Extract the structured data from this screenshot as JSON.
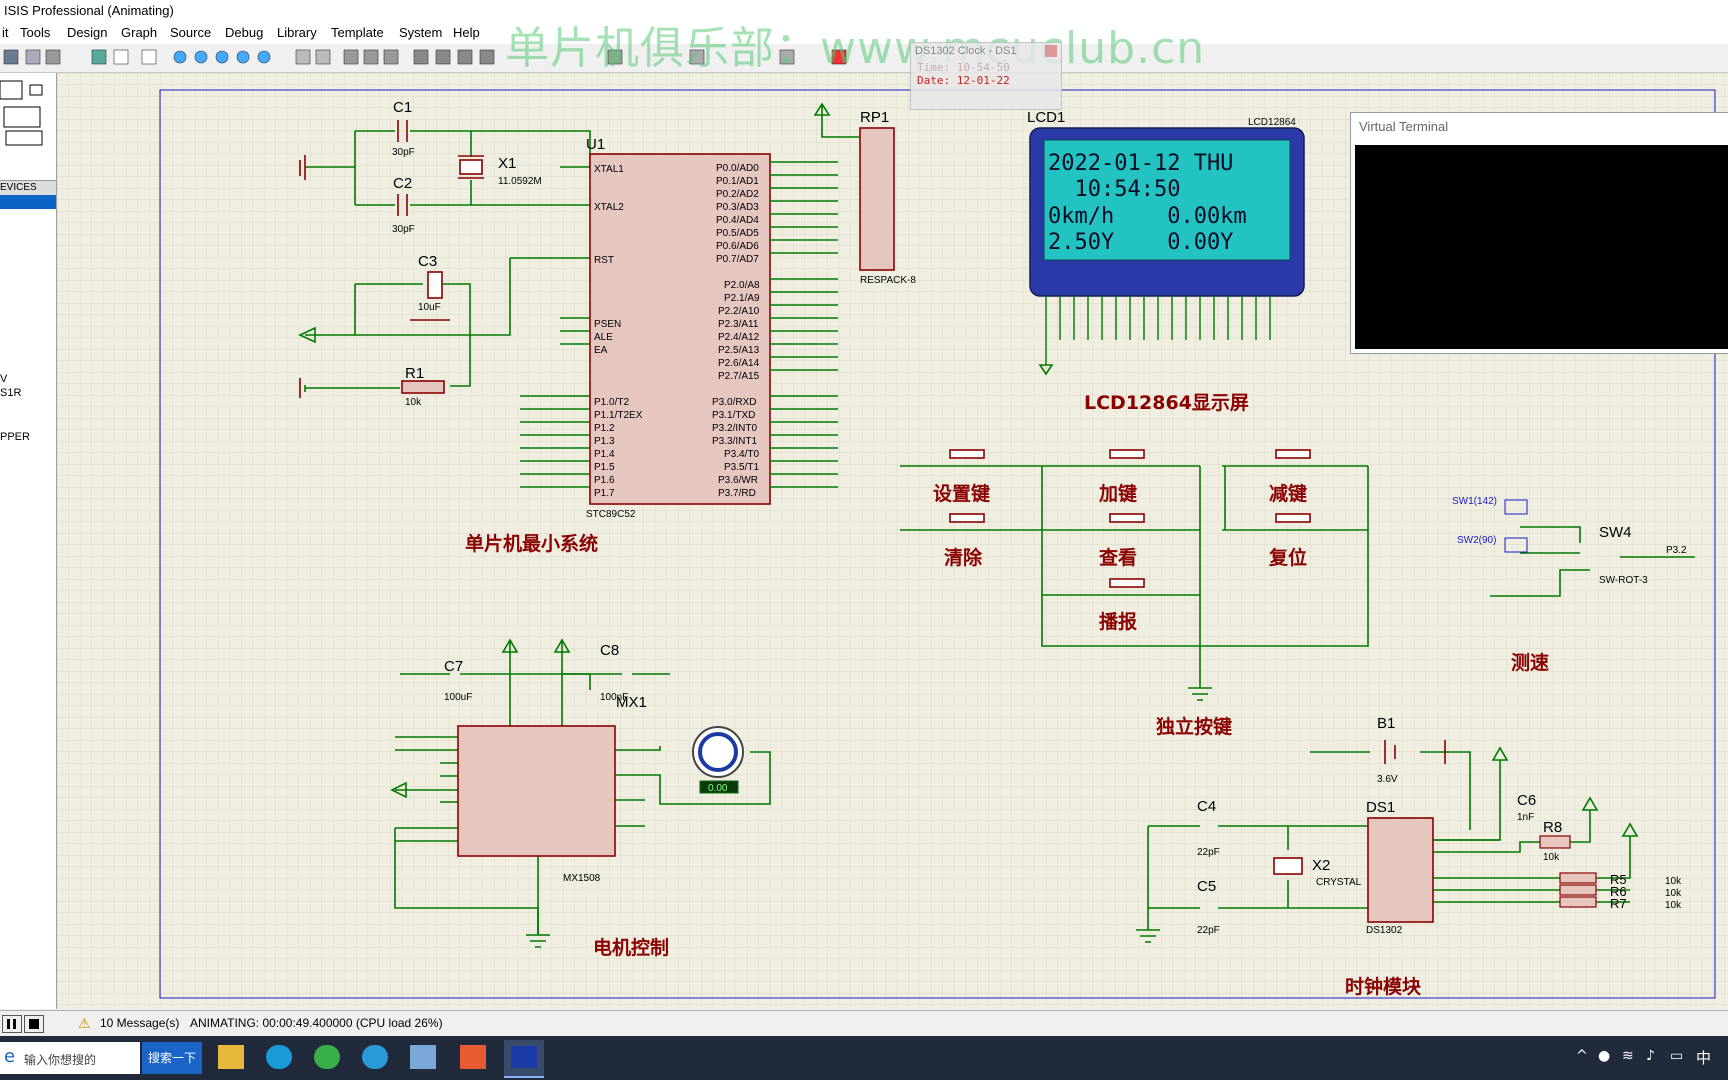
{
  "app": {
    "title": "ISIS Professional (Animating)"
  },
  "menu": [
    "it",
    "Tools",
    "Design",
    "Graph",
    "Source",
    "Debug",
    "Library",
    "Template",
    "System",
    "Help"
  ],
  "watermark": "单片机俱乐部：www.mcuclub.cn",
  "devices_label": "EVICES",
  "left_devices": [
    "V",
    "S1R",
    "PPER"
  ],
  "clock_popup": {
    "title": "DS1302 Clock - DS1",
    "time": "Time: 10-54-50",
    "date": "Date: 12-01-22"
  },
  "virtual_terminal": {
    "title": "Virtual Terminal"
  },
  "lcd": {
    "ref": "LCD1",
    "part": "LCD12864",
    "lines": [
      "2022-01-12 THU",
      "  10:54:50",
      "0km/h    0.00km",
      "2.50Y    0.00Y"
    ],
    "bg_color": "#22c3c0"
  },
  "section_labels": {
    "mcu": "单片机最小系统",
    "lcd": "LCD12864显示屏",
    "keys": "独立按键",
    "motor": "电机控制",
    "speed": "测速",
    "clock": "时钟模块"
  },
  "keys": [
    "设置键",
    "加键",
    "减键",
    "清除",
    "查看",
    "复位",
    "播报"
  ],
  "components": {
    "u1": "U1",
    "u1_part": "STC89C52",
    "c1": "C1",
    "c2": "C2",
    "c1_val": "30pF",
    "c2_val": "30pF",
    "x1": "X1",
    "x1_val": "11.0592M",
    "c3": "C3",
    "c3_val": "10uF",
    "r1": "R1",
    "r1_val": "10k",
    "rp1": "RP1",
    "rp1_part": "RESPACK-8",
    "c7": "C7",
    "c7_val": "100uF",
    "c8": "C8",
    "c8_val": "100nF",
    "mx1": "MX1",
    "mx1_part": "MX1508",
    "motor_reading": "0.00",
    "b1": "B1",
    "b1_val": "3.6V",
    "c4": "C4",
    "c4_val": "22pF",
    "c5": "C5",
    "c5_val": "22pF",
    "x2": "X2",
    "x2_part": "CRYSTAL",
    "ds1": "DS1",
    "ds1_part": "DS1302",
    "c6": "C6",
    "c6_val": "1nF",
    "r8": "R8",
    "r8_val": "10k",
    "r5": "R5",
    "r6": "R6",
    "r7": "R7",
    "r_val": "10k",
    "sw4": "SW4",
    "sw4_part": "SW-ROT-3",
    "sw1": "SW1(142)",
    "sw2": "SW2(90)",
    "p32": "P3.2"
  },
  "status": {
    "messages": "10 Message(s)",
    "animating": "ANIMATING: 00:00:49.400000 (CPU load 26%)"
  },
  "taskbar": {
    "search_placeholder": "输入你想搜的",
    "search_button": "搜索一下",
    "ime": "中"
  },
  "colors": {
    "canvas": "#efeee0",
    "grid": "#d6d6c8",
    "wire": "#007a00",
    "chip": "#e6c7c0",
    "chip_border": "#8b0000",
    "label": "#8b0000"
  }
}
